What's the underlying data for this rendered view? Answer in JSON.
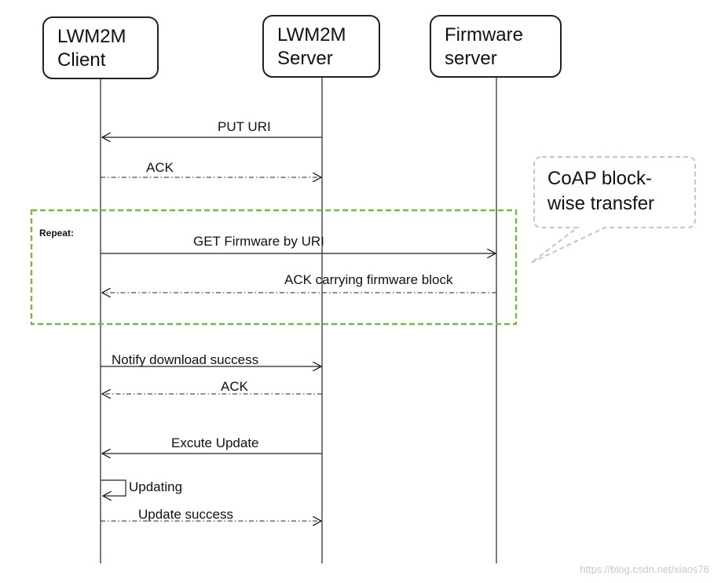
{
  "participants": {
    "client": {
      "line1": "LWM2M",
      "line2": "Client"
    },
    "server": {
      "line1": "LWM2M",
      "line2": "Server"
    },
    "firmware": {
      "line1": "Firmware",
      "line2": "server"
    }
  },
  "messages": {
    "put_uri": "PUT URI",
    "ack1": "ACK",
    "get_firmware": "GET Firmware by URI",
    "ack_block": "ACK carrying firmware block",
    "notify": "Notify download success",
    "ack2": "ACK",
    "execute": "Excute Update",
    "updating": "Updating",
    "update_success": "Update success"
  },
  "repeat_label": "Repeat:",
  "note": {
    "line1": "CoAP block-",
    "line2": "wise transfer"
  },
  "watermark": "https://blog.csdn.net/xiaos76",
  "colors": {
    "repeat_border": "#7ab648",
    "note_border": "#c8c8c8",
    "line": "#222222"
  }
}
